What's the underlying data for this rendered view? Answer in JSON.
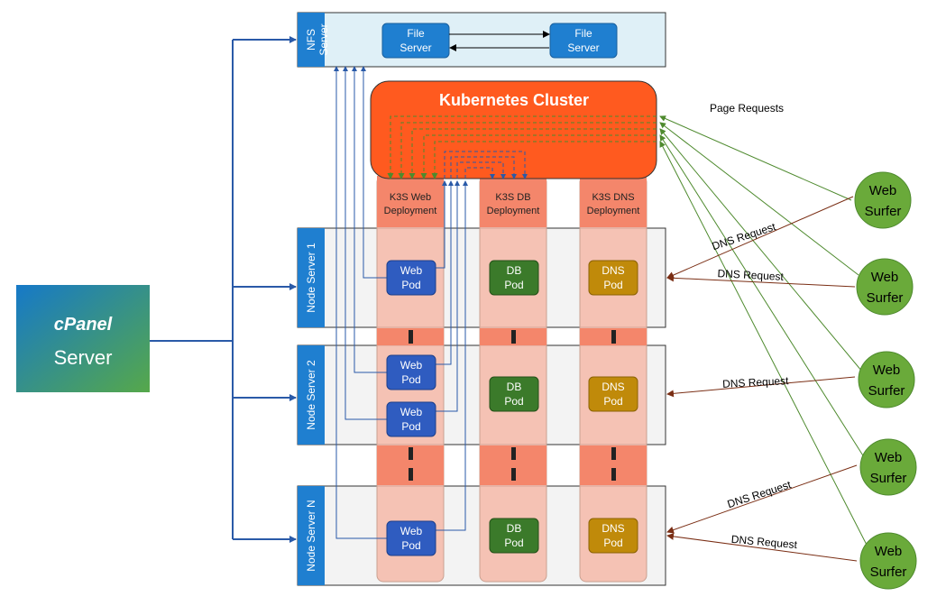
{
  "cpanel": {
    "logo_text": "cPanel",
    "label": "Server"
  },
  "nfs": {
    "label_line1": "NFS",
    "label_line2": "Server"
  },
  "file_servers": [
    {
      "line1": "File",
      "line2": "Server"
    },
    {
      "line1": "File",
      "line2": "Server"
    }
  ],
  "cluster": {
    "title": "Kubernetes Cluster"
  },
  "deployments": [
    {
      "line1": "K3S Web",
      "line2": "Deployment"
    },
    {
      "line1": "K3S DB",
      "line2": "Deployment"
    },
    {
      "line1": "K3S DNS",
      "line2": "Deployment"
    }
  ],
  "nodes": [
    {
      "label": "Node Server 1"
    },
    {
      "label": "Node Server 2"
    },
    {
      "label": "Node Server N"
    }
  ],
  "pods": {
    "web": {
      "line1": "Web",
      "line2": "Pod"
    },
    "db": {
      "line1": "DB",
      "line2": "Pod"
    },
    "dns": {
      "line1": "DNS",
      "line2": "Pod"
    }
  },
  "surfers": [
    {
      "line1": "Web",
      "line2": "Surfer"
    },
    {
      "line1": "Web",
      "line2": "Surfer"
    },
    {
      "line1": "Web",
      "line2": "Surfer"
    },
    {
      "line1": "Web",
      "line2": "Surfer"
    },
    {
      "line1": "Web",
      "line2": "Surfer"
    }
  ],
  "labels": {
    "page_requests": "Page  Requests",
    "dns_request": "DNS Request"
  },
  "colors": {
    "blue_dark": "#2a5aa8",
    "label_blue": "#1f7fd0",
    "cluster_orange": "#ff5a1f",
    "deployment_orange": "#f4866b",
    "column_pink": "#f5b9a8",
    "web_pod": "#2f5cc0",
    "db_pod": "#3b7a2a",
    "dns_pod": "#c08a0a",
    "surfer_green": "#6aaa3a",
    "request_green": "#4e8a2e",
    "dns_brown": "#7a2e14"
  }
}
